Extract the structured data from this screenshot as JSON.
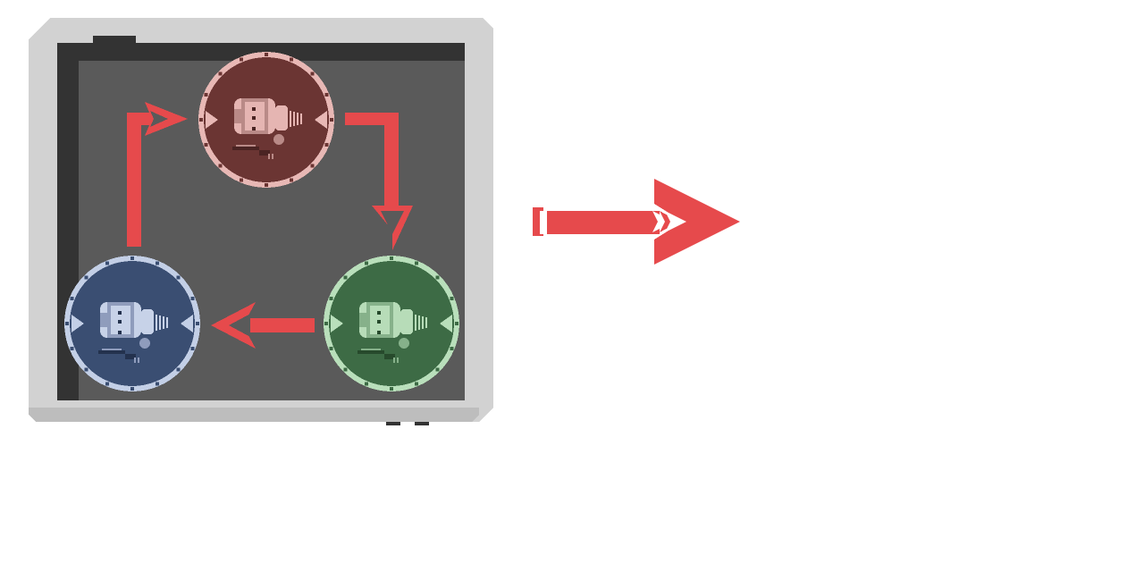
{
  "scene": {
    "background_color": "#ffffff",
    "accent_color": "#e64a4c"
  },
  "panel": {
    "frame_color": "#d2d2d2",
    "frame_shadow_color": "#bdbdbd",
    "inner_border_color": "#333333",
    "floor_color": "#5a5a5a",
    "cable_color": "#333333"
  },
  "cycle": {
    "nodes": [
      {
        "id": "red",
        "name": "red-robot-node",
        "ring_color": "#e8b8b5",
        "disc_color": "#6b3533",
        "robot_color": "#e5b5b2",
        "robot_shade": "#b98a87",
        "robot_dark": "#4a2423"
      },
      {
        "id": "green",
        "name": "green-robot-node",
        "ring_color": "#b9dfbb",
        "disc_color": "#3d6b45",
        "robot_color": "#b7dcb8",
        "robot_shade": "#86b18a",
        "robot_dark": "#274a2c"
      },
      {
        "id": "blue",
        "name": "blue-robot-node",
        "ring_color": "#c3cfe6",
        "disc_color": "#3a4e72",
        "robot_color": "#c7d2e8",
        "robot_shade": "#8f9cbc",
        "robot_dark": "#24324e"
      }
    ],
    "order": [
      "red",
      "green",
      "blue",
      "red"
    ]
  },
  "next_arrow": {
    "color": "#e64a4c",
    "highlight_color": "#ffffff"
  }
}
